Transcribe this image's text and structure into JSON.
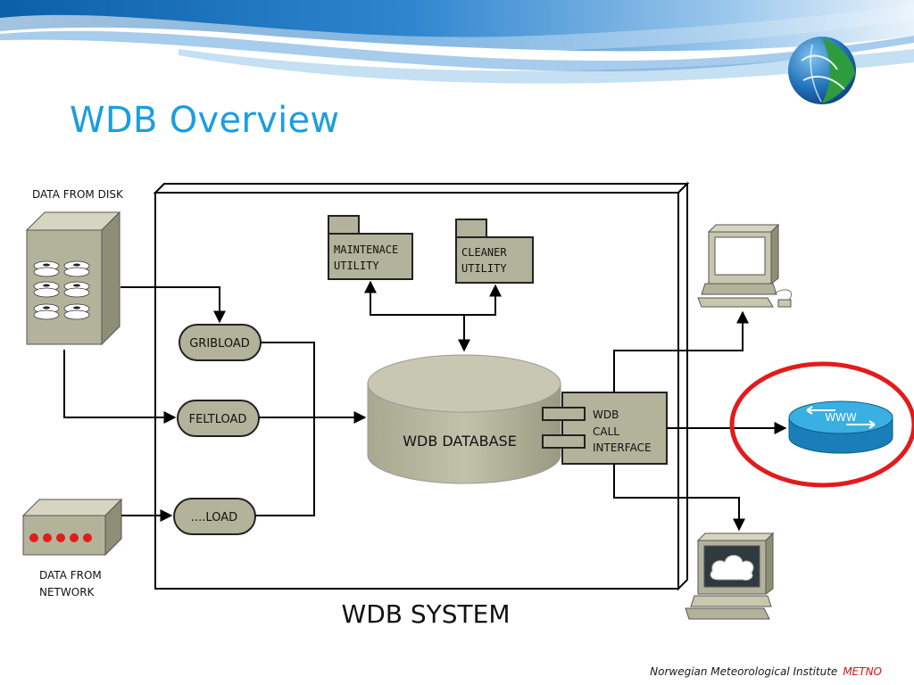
{
  "slide": {
    "title": "WDB Overview"
  },
  "diagram": {
    "system_label": "WDB SYSTEM",
    "sources": {
      "disk_label": "DATA FROM DISK",
      "network_label_line1": "DATA FROM",
      "network_label_line2": "NETWORK"
    },
    "loaders": {
      "gribload": "GRIBLOAD",
      "feltload": "FELTLOAD",
      "load": "....LOAD"
    },
    "utilities": {
      "maintenance_line1": "MAINTENACE",
      "maintenance_line2": "UTILITY",
      "cleaner_line1": "CLEANER",
      "cleaner_line2": "UTILITY"
    },
    "database_label": "WDB DATABASE",
    "call_interface": {
      "line1": "WDB",
      "line2": "CALL",
      "line3": "INTERFACE"
    },
    "router_label": "WWW"
  },
  "footer": {
    "institute": "Norwegian Meteorological Institute",
    "brand": "METNO"
  },
  "colors": {
    "title": "#1a9ee0",
    "node_fill": "#b3b39b",
    "highlight_ring": "#e31b1b",
    "router": "#2a9fd0",
    "footer_brand": "#e01010"
  }
}
